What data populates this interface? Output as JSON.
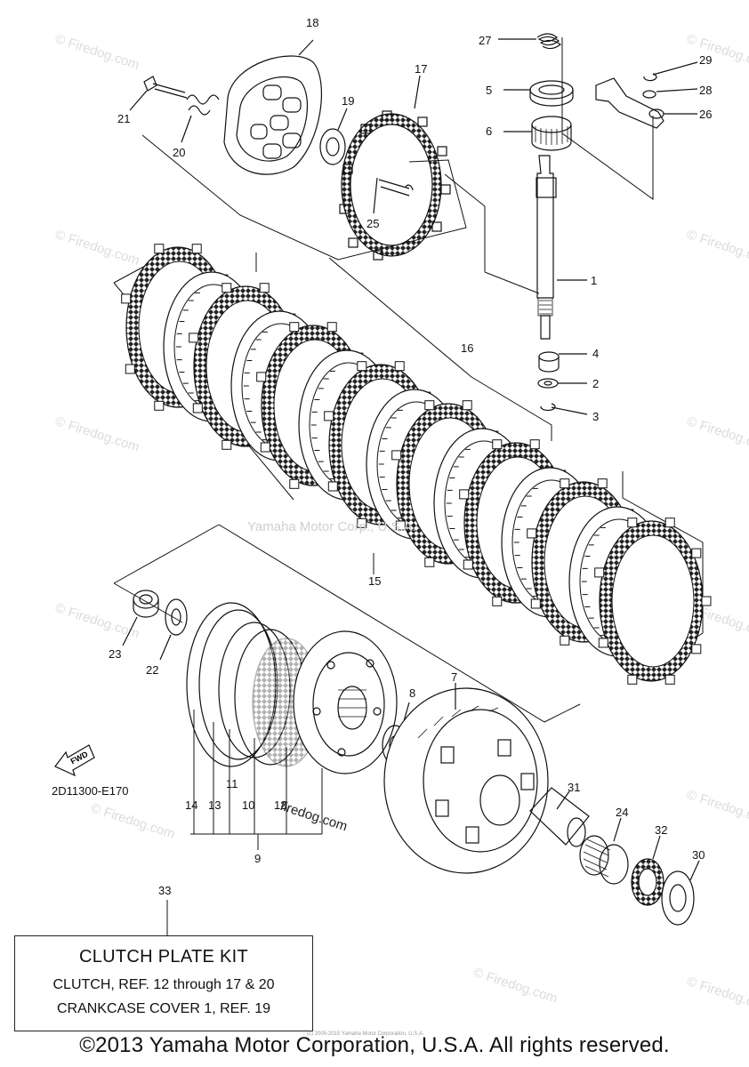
{
  "watermarks": {
    "firedog": "© Firedog.com",
    "center": "Yamaha Motor Corp., U.S.A.",
    "fd_dark": "firedog.com"
  },
  "diagram_id": "2D11300-E170",
  "fwd_label": "FWD",
  "callouts": {
    "c1": "1",
    "c2": "2",
    "c3": "3",
    "c4": "4",
    "c5": "5",
    "c6": "6",
    "c7": "7",
    "c8": "8",
    "c9": "9",
    "c10": "10",
    "c11": "11",
    "c12": "12",
    "c13": "13",
    "c14": "14",
    "c15": "15",
    "c16": "16",
    "c17": "17",
    "c18": "18",
    "c19": "19",
    "c20": "20",
    "c21": "21",
    "c22": "22",
    "c23": "23",
    "c24": "24",
    "c25": "25",
    "c26": "26",
    "c27": "27",
    "c28": "28",
    "c29": "29",
    "c30": "30",
    "c31": "31",
    "c32": "32",
    "c33": "33"
  },
  "kit_box": {
    "title": "CLUTCH PLATE KIT",
    "line1": "CLUTCH, REF. 12 through 17 & 20",
    "line2": "CRANKCASE COVER 1, REF. 19"
  },
  "copyright": "©2013 Yamaha Motor Corporation, U.S.A. All rights reserved.",
  "source_line": "(c) 2005-2015 Yamaha Motor Corporation, U.S.A."
}
